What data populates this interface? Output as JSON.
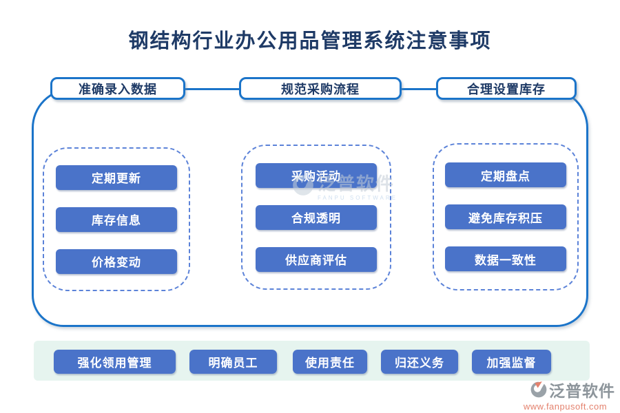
{
  "title": "钢结构行业办公用品管理系统注意事项",
  "tabs": [
    {
      "label": "准确录入数据"
    },
    {
      "label": "规范采购流程"
    },
    {
      "label": "合理设置库存"
    }
  ],
  "groups": [
    {
      "items": [
        "定期更新",
        "库存信息",
        "价格变动"
      ]
    },
    {
      "items": [
        "采购活动",
        "合规透明",
        "供应商评估"
      ]
    },
    {
      "items": [
        "定期盘点",
        "避免库存积压",
        "数据一致性"
      ]
    }
  ],
  "bottom_bar": {
    "items": [
      "强化领用管理",
      "明确员工",
      "使用责任",
      "归还义务",
      "加强监督"
    ]
  },
  "watermark": {
    "text": "泛普软件",
    "subtext": "FANPU SOFTWARE"
  },
  "footer": {
    "brand": "泛普软件",
    "url": "www.fanpusoft.com"
  },
  "colors": {
    "accent_blue": "#1b74c9",
    "node_blue": "#4a73c9",
    "dashed_blue": "#5b82d8",
    "title_navy": "#1e3a66",
    "bar_mint": "#e6f4ef",
    "logo_salmon": "#e4826e",
    "logo_gray": "#8d959b"
  }
}
